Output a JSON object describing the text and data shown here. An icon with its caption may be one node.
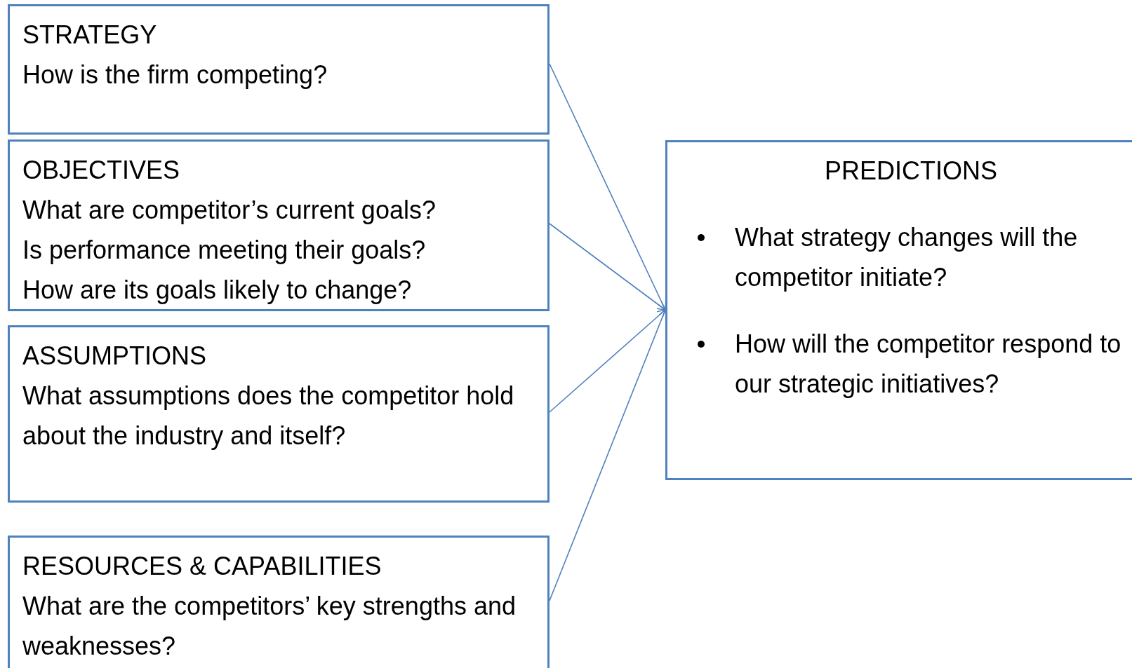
{
  "diagram": {
    "nodes": [
      {
        "text": [
          "STRATEGY",
          "How is the firm competing?"
        ]
      },
      {
        "text": [
          "OBJECTIVES",
          "What are competitor’s current goals?",
          "Is performance meeting their goals?",
          "How are its goals likely to change?"
        ]
      },
      {
        "text": [
          "ASSUMPTIONS",
          "What assumptions does the competitor hold about the industry and itself?"
        ]
      },
      {
        "text": [
          "RESOURCES & CAPABILITIES",
          "What are the competitors’ key strengths and weaknesses?"
        ]
      },
      {
        "text": [
          "PREDICTIONS",
          "What strategy changes will the competitor initiate?",
          "How will the competitor respond to our strategic initiatives?"
        ]
      }
    ],
    "edges": [
      {
        "from": 0,
        "to": 4,
        "arrow": "to"
      },
      {
        "from": 1,
        "to": 4,
        "arrow": "to"
      },
      {
        "from": 2,
        "to": 4,
        "arrow": "to"
      },
      {
        "from": 3,
        "to": 4,
        "arrow": "to"
      }
    ]
  }
}
